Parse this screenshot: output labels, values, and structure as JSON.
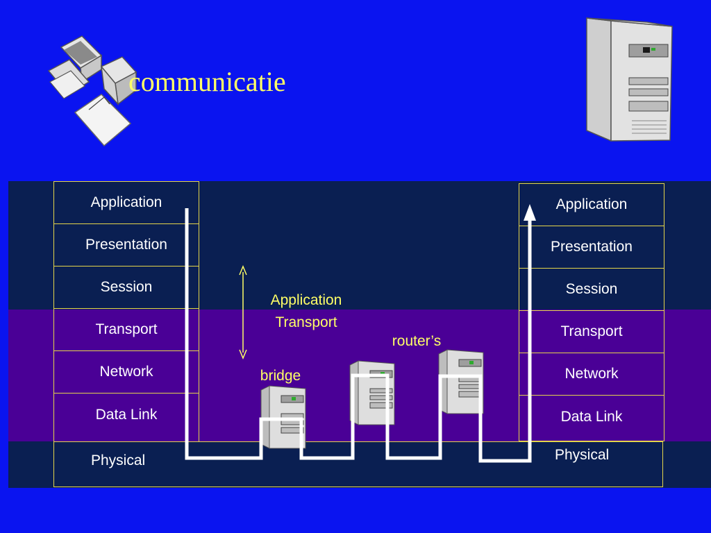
{
  "title": "communicatie",
  "left_stack": [
    "Application",
    "Presentation",
    "Session",
    "Transport",
    "Network",
    "Data Link"
  ],
  "right_stack": [
    "Application",
    "Presentation",
    "Session",
    "Transport",
    "Network",
    "Data Link"
  ],
  "physical_left": "Physical",
  "physical_right": "Physical",
  "middle_label_1": "Application",
  "middle_label_2": "Transport",
  "bridge_label": "bridge",
  "routers_label": "router’s"
}
